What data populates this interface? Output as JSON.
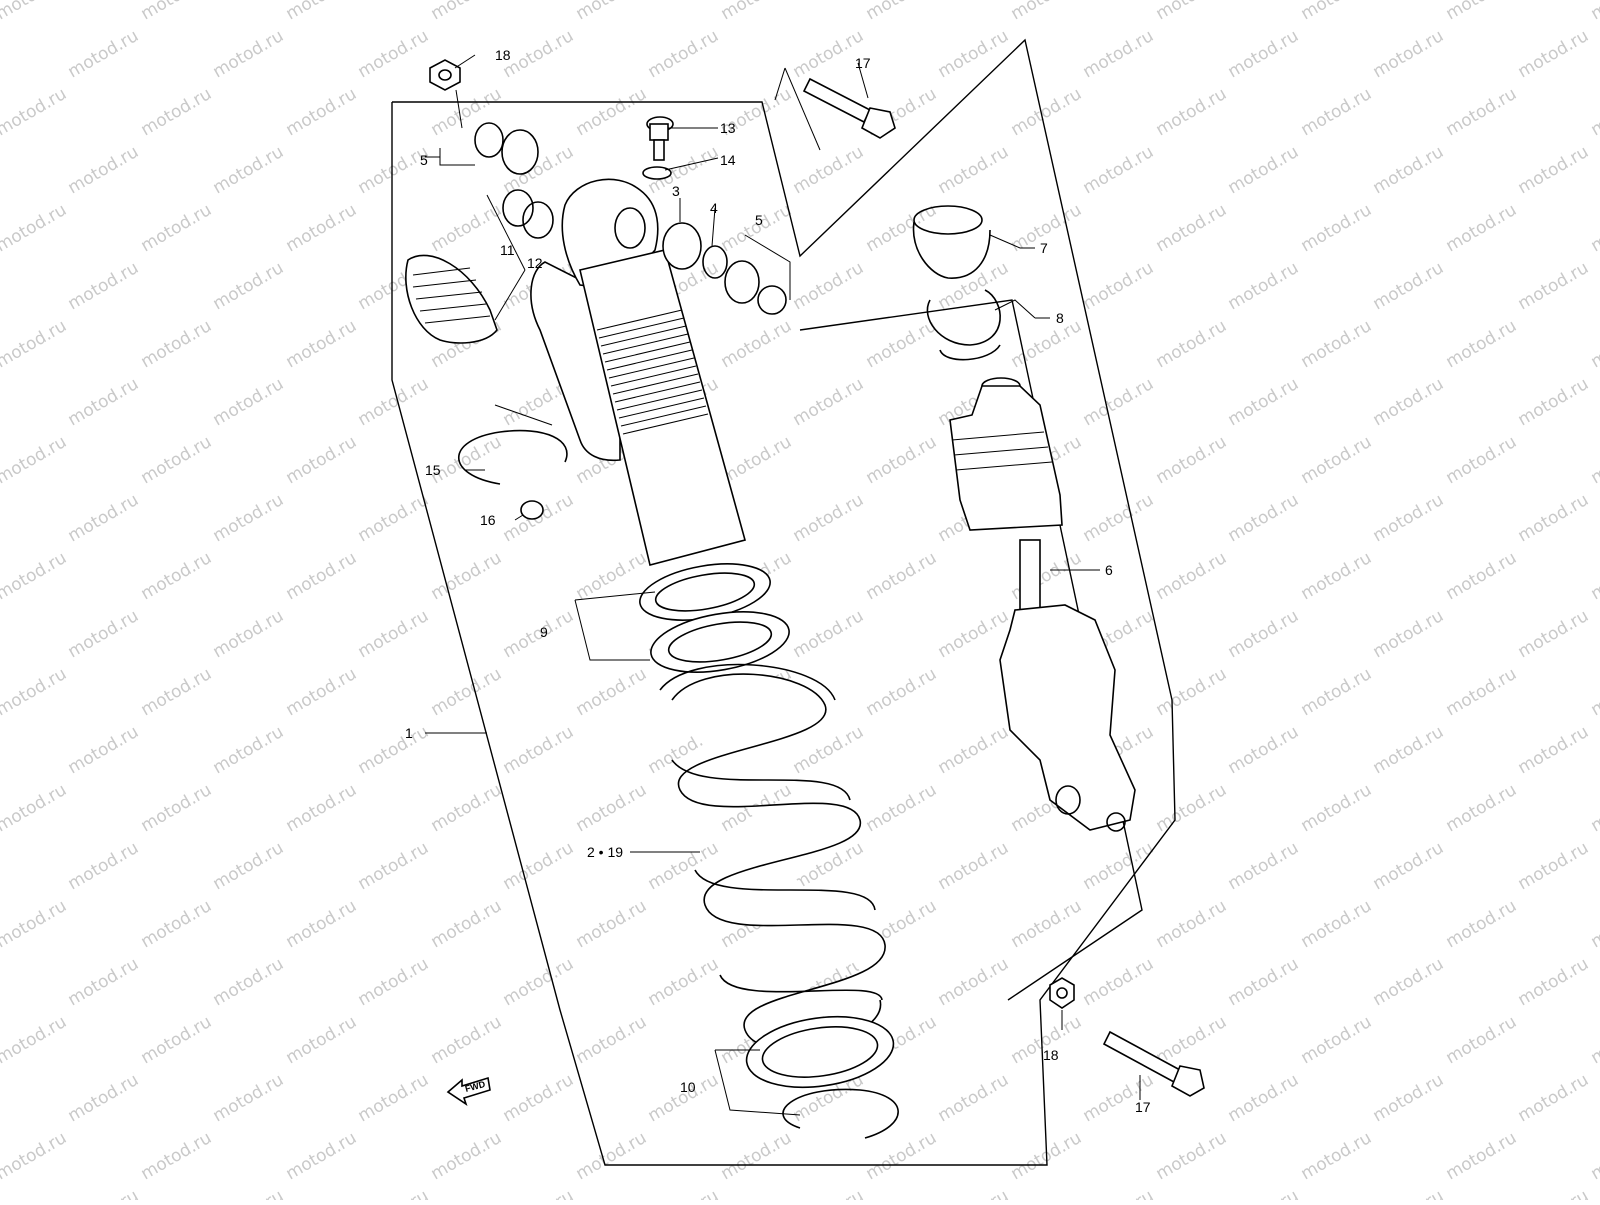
{
  "watermark": "motod.ru",
  "fwd_label": "FWD",
  "callouts": {
    "c1": "1",
    "c2_19": "2 • 19",
    "c3": "3",
    "c4": "4",
    "c5_left": "5",
    "c5_right": "5",
    "c6": "6",
    "c7": "7",
    "c8": "8",
    "c9": "9",
    "c10": "10",
    "c11": "11",
    "c12": "12",
    "c13": "13",
    "c14": "14",
    "c15": "15",
    "c16": "16",
    "c17_top": "17",
    "c17_bottom": "17",
    "c18_top": "18",
    "c18_bottom": "18"
  }
}
